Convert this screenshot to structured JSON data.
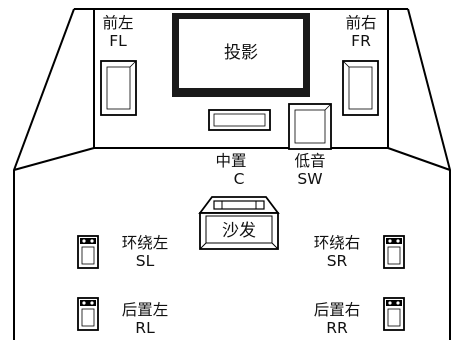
{
  "colors": {
    "ink": "#000000",
    "screen_frame": "#1a1a1a",
    "paper": "#ffffff"
  },
  "screen": {
    "label": "投影"
  },
  "speakers": {
    "front_left": {
      "cn": "前左",
      "abbr": "FL"
    },
    "front_right": {
      "cn": "前右",
      "abbr": "FR"
    },
    "center": {
      "cn": "中置",
      "abbr": "C"
    },
    "subwoofer": {
      "cn": "低音",
      "abbr": "SW"
    },
    "surround_left": {
      "cn": "环绕左",
      "abbr": "SL"
    },
    "surround_right": {
      "cn": "环绕右",
      "abbr": "SR"
    },
    "rear_left": {
      "cn": "后置左",
      "abbr": "RL"
    },
    "rear_right": {
      "cn": "后置右",
      "abbr": "RR"
    }
  },
  "sofa": {
    "label": "沙发"
  }
}
